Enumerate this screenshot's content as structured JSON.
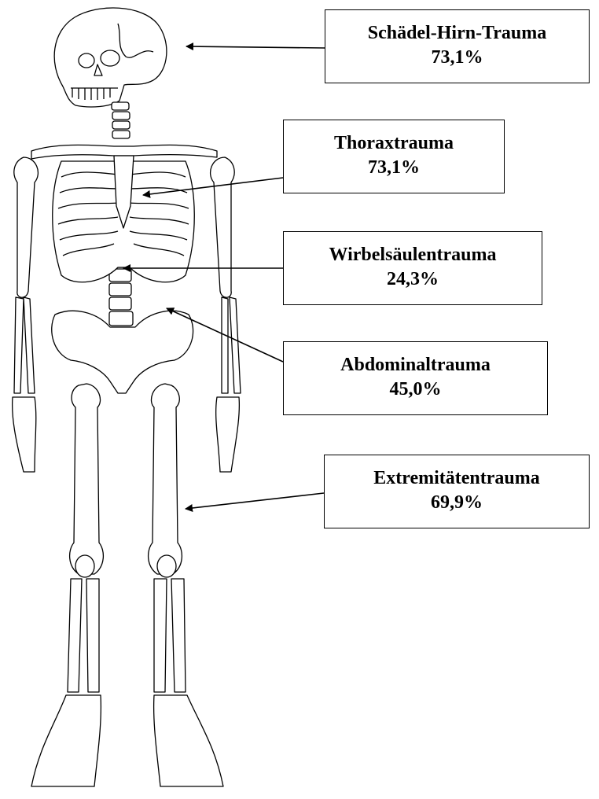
{
  "labels": [
    {
      "name": "Schädel-Hirn-Trauma",
      "value": "73,1%"
    },
    {
      "name": "Thoraxtrauma",
      "value": "73,1%"
    },
    {
      "name": "Wirbelsäulentrauma",
      "value": "24,3%"
    },
    {
      "name": "Abdominaltrauma",
      "value": "45,0%"
    },
    {
      "name": "Extremitätentrauma",
      "value": "69,9%"
    }
  ]
}
